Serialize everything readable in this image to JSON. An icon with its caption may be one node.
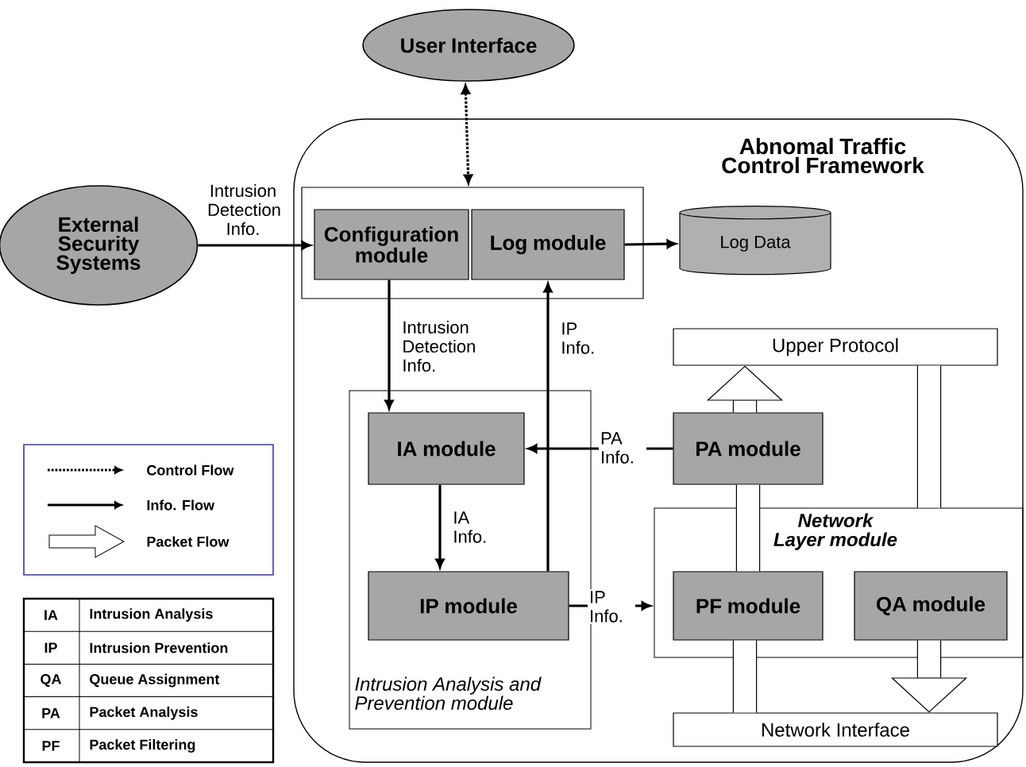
{
  "diagram": {
    "nodes": [
      {
        "text": [
          "User Interface"
        ]
      },
      {
        "text": [
          "External Security Systems"
        ]
      },
      {
        "text": [
          "Abnomal Traffic Control Framework"
        ]
      },
      {
        "text": [],
        "shape": "box",
        "in": 2
      },
      {
        "text": [
          "Configuration module"
        ],
        "in": 3
      },
      {
        "text": [
          "Log module"
        ],
        "in": 3
      },
      {
        "text": [
          "Log Data"
        ],
        "in": 2
      },
      {
        "text": [
          "Intrusion Analysis and Prevention module"
        ],
        "in": 2
      },
      {
        "text": [
          "IA module"
        ],
        "in": 7
      },
      {
        "text": [
          "IP module"
        ],
        "in": 7
      },
      {
        "text": [
          "Upper Protocol"
        ],
        "in": 2
      },
      {
        "text": [
          "PA module"
        ],
        "in": 2
      },
      {
        "text": [
          "Network Layer module"
        ],
        "in": 2
      },
      {
        "text": [
          "PF module"
        ],
        "in": 12
      },
      {
        "text": [
          "QA module"
        ],
        "in": 12
      },
      {
        "text": [
          "Network Interface"
        ],
        "in": 2
      }
    ],
    "edges": [
      {
        "from": 0,
        "to": 3,
        "arrow": "both",
        "style": "dashed"
      },
      {
        "from": 1,
        "to": 4,
        "arrow": "to",
        "label": "Intrusion Detection Info."
      },
      {
        "from": 5,
        "to": 6,
        "arrow": "to"
      },
      {
        "from": 4,
        "to": 8,
        "arrow": "to",
        "label": "Intrusion Detection Info."
      },
      {
        "from": 9,
        "to": 5,
        "arrow": "to",
        "label": "IP Info."
      },
      {
        "from": 11,
        "to": 8,
        "arrow": "to",
        "label": "PA Info."
      },
      {
        "from": 8,
        "to": 9,
        "arrow": "to",
        "label": "IA Info."
      },
      {
        "from": 9,
        "to": 12,
        "arrow": "to",
        "label": "IP Info."
      },
      {
        "from": 15,
        "to": 13,
        "arrow": "none",
        "style": "thick"
      },
      {
        "from": 13,
        "to": 11,
        "arrow": "none",
        "style": "thick"
      },
      {
        "from": 11,
        "to": 10,
        "arrow": "to",
        "style": "thick"
      },
      {
        "from": 10,
        "to": 12,
        "arrow": "none",
        "style": "thick"
      },
      {
        "from": 14,
        "to": 15,
        "arrow": "to",
        "style": "thick"
      }
    ],
    "labels": [
      "IA",
      "Intrusion Analysis",
      "IP",
      "Intrusion Prevention",
      "QA",
      "Queue Assignment",
      "PA",
      "Packet Analysis",
      "PF",
      "Packet Filtering"
    ],
    "legend": [
      {
        "text": "Control Flow"
      },
      {
        "text": "Info. Flow"
      },
      {
        "text": "Packet Flow"
      }
    ]
  }
}
